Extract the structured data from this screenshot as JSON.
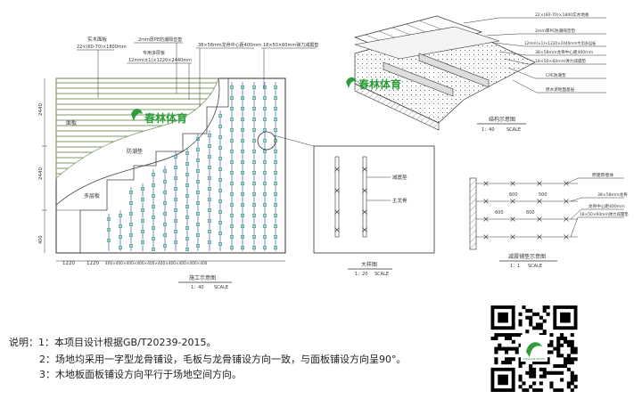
{
  "plan": {
    "label_solid_board": "实木面板",
    "label_solid_board_spec": "22×(60-70)×1800mm",
    "label_pad": "2mm厚PE防潮隔音垫",
    "label_plywood": "专用多层板",
    "label_plywood_spec": "12mm(±1)×1220×2440mm",
    "label_joist": "38×58mm龙骨中心距400mm",
    "label_damper": "18×50×60mm弹力减震垫",
    "zone_panel": "面板",
    "zone_pad": "防潮垫",
    "zone_plywood": "多层板",
    "dim_left_1": "2440",
    "dim_left_2": "2440",
    "dim_left_3": "400",
    "dim_bottom_1": "1220",
    "dim_bottom_2": "1220",
    "dim_bottom_rest": "400×400×400×400×400×400×400×400×400×400",
    "title": "施工示意图",
    "scale_ratio": "1：40",
    "scale_word": "SCALE"
  },
  "structure": {
    "label_1": "22×(60-70)×1800实木地板",
    "label_2": "2mm厚PE防潮隔音垫",
    "label_3": "12mm(±1)×1220×2440mm专用多层板",
    "label_4": "38×58mm龙骨中心距400mm",
    "label_5": "18×50×60mm弹力减震垫",
    "label_6": "CPE防潮垫",
    "label_7": "原水泥地面基层",
    "title": "结构示意图",
    "scale_ratio": "1：40",
    "scale_word": "SCALE"
  },
  "detail": {
    "label_damper": "减震垫",
    "label_keel": "主龙骨",
    "title": "大样图",
    "scale_ratio": "1：20",
    "scale_word": "SCALE"
  },
  "damper_layout": {
    "label_wall": "原建筑墙体",
    "label_joist": "38×58mm龙骨",
    "label_spacing": "龙骨中心距400mm",
    "label_pad": "18×50×60mm弹力减震垫",
    "dim_a": "600",
    "dim_b": "500",
    "dim_c": "600",
    "dim_d": "600",
    "title": "减震铺垫示意图",
    "scale_ratio": "1：1",
    "scale_word": "SCALE"
  },
  "brand": {
    "name": "春林体育",
    "qr_caption": "CHUNLIN SPORT"
  },
  "notes": {
    "line1": "说明：1：本项目设计根据GB/T20239-2015。",
    "line2": "2：场地均采用一字型龙骨铺设，毛板与龙骨铺设方向一致，与面板铺设方向呈90°。",
    "line3": "3：木地板面板铺设方向平行于场地空间方向。"
  },
  "colors": {
    "line": "#333333",
    "joist_green": "#3aa86b",
    "joist_blue": "#3b5fd0",
    "panel_hatch": "#7f9a66",
    "brand_green": "#2e9d3a"
  }
}
